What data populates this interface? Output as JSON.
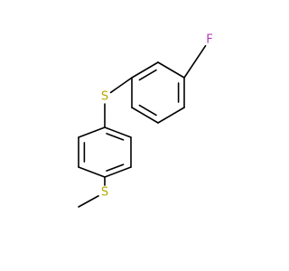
{
  "atoms": [
    {
      "id": "F",
      "symbol": "F",
      "color": "#B03BB0"
    },
    {
      "id": "S1",
      "symbol": "S",
      "color": "#B8A800"
    },
    {
      "id": "S2",
      "symbol": "S",
      "color": "#B8A800"
    }
  ],
  "bond_color": "#000000"
}
